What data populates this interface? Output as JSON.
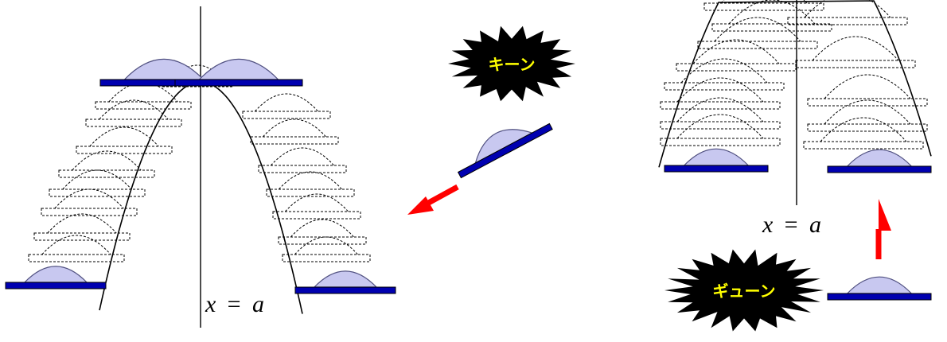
{
  "diagram_left": {
    "axis_label": {
      "var": "x",
      "eq": "=",
      "val": "a"
    },
    "burst_text": "キーン"
  },
  "diagram_right": {
    "axis_label": {
      "var": "x",
      "eq": "=",
      "val": "a"
    },
    "burst_text": "ギューン"
  },
  "colors": {
    "board": "#0000b0",
    "dome_fill": "#c8c8f0",
    "dome_stroke": "#505080",
    "arrow": "#ff0000",
    "burst_fill": "#000000",
    "burst_text": "#ffff00",
    "ghost": "#000000"
  },
  "icons": [
    "lens-icon",
    "arrow-icon",
    "burst-icon"
  ]
}
